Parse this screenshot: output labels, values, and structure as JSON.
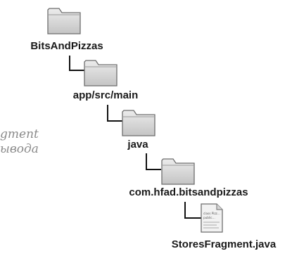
{
  "tree": {
    "nodes": [
      {
        "label": "BitsAndPizzas",
        "kind": "folder"
      },
      {
        "label": "app/src/main",
        "kind": "folder"
      },
      {
        "label": "java",
        "kind": "folder"
      },
      {
        "label": "com.hfad.bitsandpizzas",
        "kind": "folder"
      },
      {
        "label": "StoresFragment.java",
        "kind": "file"
      }
    ]
  },
  "annotation": {
    "line1": "gment",
    "line2": "ывода"
  },
  "file_icon_text": "class Pizz… public…",
  "colors": {
    "folder_fill": "#d9d9d9",
    "folder_stroke": "#6e6e6e",
    "connector": "#111111",
    "label": "#1a1a1a",
    "handwriting": "#8a8a8a"
  }
}
